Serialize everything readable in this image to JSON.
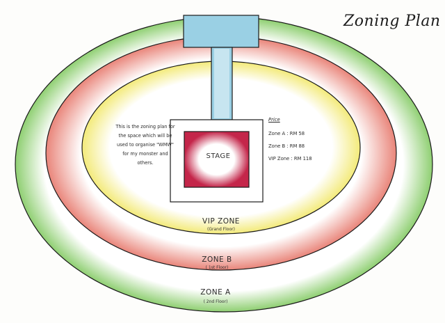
{
  "title": "Zoning Plan",
  "info_text": "This is the zoning plan for the space which will be used to organise \"WMW\" for my monster and others.",
  "stage_label": "STAGE",
  "price": {
    "heading": "Price",
    "rows": [
      "Zone A :  RM 58",
      "Zone B :  RM 88",
      "VIP Zone :  RM 118"
    ]
  },
  "zones": [
    {
      "name": "VIP ZONE",
      "floor": "(Grand Floor)"
    },
    {
      "name": "ZONE B",
      "floor": "( 1st Floor)"
    },
    {
      "name": "ZONE A",
      "floor": "( 2nd Floor)"
    }
  ],
  "colors": {
    "zone_a": "#8fcf72",
    "zone_b": "#e9857a",
    "vip_zone": "#f3ea7a",
    "stage": "#c4264a",
    "walkway": "#9ad0e4"
  }
}
